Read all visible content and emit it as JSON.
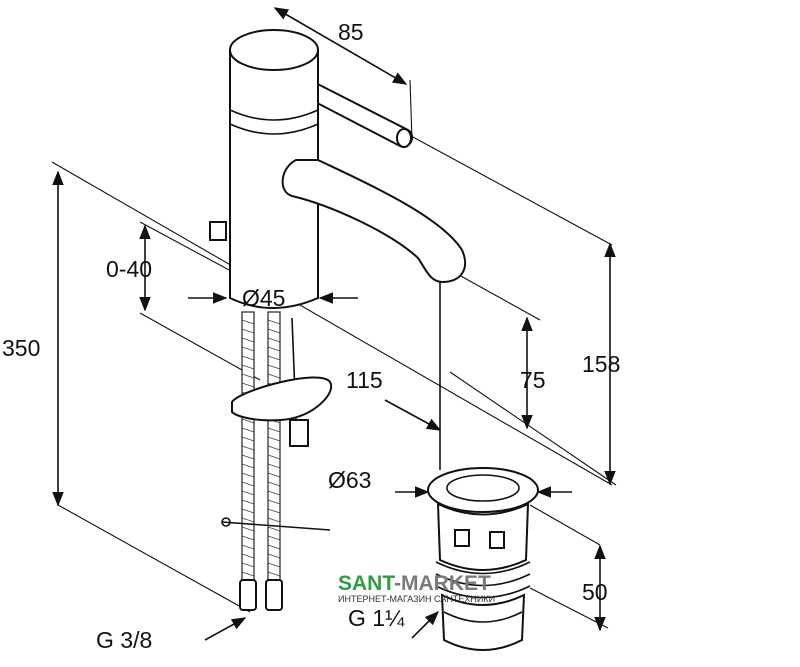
{
  "dimensions": {
    "d85": "85",
    "d0_40": "0-40",
    "d45": "Ø45",
    "d350": "350",
    "d115": "115",
    "d75": "75",
    "d158": "158",
    "d63": "Ø63",
    "d50": "50",
    "g38": "G 3/8",
    "g112": "G 1¼"
  },
  "watermark": {
    "brand_part1": "SANT",
    "brand_part2": "-MARKET",
    "tagline": "ИНТЕРНЕТ-МАГАЗИН САНТЕХНИКИ",
    "color_green": "#2e9e3e",
    "color_gray": "#7a7a7a"
  }
}
